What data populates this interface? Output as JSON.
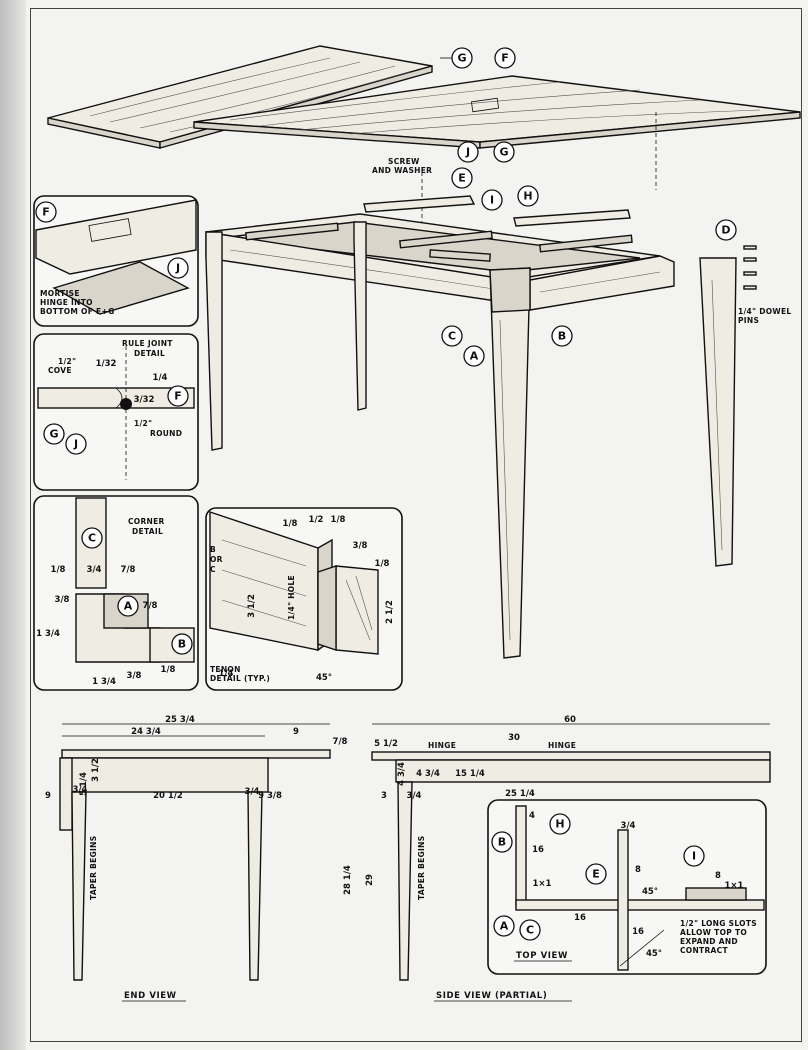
{
  "callouts": {
    "a": "A",
    "b": "B",
    "c": "C",
    "d": "D",
    "e": "E",
    "f": "F",
    "g": "G",
    "h": "H",
    "i": "I",
    "j": "J"
  },
  "notes": {
    "screw_washer": [
      "SCREW",
      "AND WASHER"
    ],
    "dowel_pins": [
      "1/4\" DOWEL",
      "PINS"
    ],
    "mortise_hinge": [
      "MORTISE",
      "HINGE INTO",
      "BOTTOM OF F+G"
    ],
    "rule_joint_title": [
      "RULE JOINT",
      "DETAIL"
    ],
    "cove": [
      "1/2\"",
      "COVE"
    ],
    "round": [
      "1/2\"",
      "ROUND"
    ],
    "corner_title": [
      "CORNER",
      "DETAIL"
    ],
    "tenon_title": [
      "TENON",
      "DETAIL (TYP.)"
    ],
    "b_or_c": [
      "B",
      "OR",
      "C"
    ],
    "hole": "1/4\" HOLE",
    "hinge": "HINGE",
    "taper_begins": "TAPER BEGINS",
    "slots": [
      "1/2\" LONG SLOTS",
      "ALLOW TOP TO",
      "EXPAND AND",
      "CONTRACT"
    ]
  },
  "views": {
    "end": "END VIEW",
    "side": "SIDE VIEW (PARTIAL)",
    "top": "TOP VIEW"
  },
  "dims": {
    "rule_1_32": "1/32",
    "rule_1_4": "1/4",
    "rule_3_32": "3/32",
    "c_1_8": "1/8",
    "c_3_4": "3/4",
    "c_7_8": "7/8",
    "c_3_8a": "3/8",
    "c_7_8b": "7/8",
    "c_1_3_4": "1 3/4",
    "c_1_3_4b": "1 3/4",
    "c_3_8b": "3/8",
    "c_1_8b": "1/8",
    "t_1_8a": "1/8",
    "t_1_2": "1/2",
    "t_1_8b": "1/8",
    "t_3_8": "3/8",
    "t_1_8c": "1/8",
    "t_3_1_2": "3 1/2",
    "t_2_1_2": "2 1/2",
    "t_1_4": "1/4",
    "t_45": "45°",
    "e_25_3_4": "25 3/4",
    "e_24_3_4": "24 3/4",
    "e_9": "9",
    "e_7_8": "7/8",
    "e_3_4": "3/4",
    "e_3_1_2": "3 1/2",
    "e_5_1_4": "5 1/4",
    "e_20_1_2": "20 1/2",
    "e_9_3_8": "9 3/8",
    "e_3_4b": "3/4",
    "e_9v": "9",
    "s_60": "60",
    "s_5_1_2": "5 1/2",
    "s_30": "30",
    "s_4_3_4": "4 3/4",
    "s_15_1_4": "15 1/4",
    "s_25_1_4": "25 1/4",
    "s_3": "3",
    "s_3_4": "3/4",
    "s_28_1_4": "28 1/4",
    "s_29": "29",
    "tv_1x1": "1×1",
    "tv_16": "16",
    "tv_8": "8",
    "tv_45a": "45°",
    "tv_3_4": "3/4",
    "tv_16v": "16",
    "tv_45b": "45°",
    "tv_8b": "8",
    "tv_1x1b": "1×1",
    "tv_4": "4",
    "tv_16b": "16"
  }
}
